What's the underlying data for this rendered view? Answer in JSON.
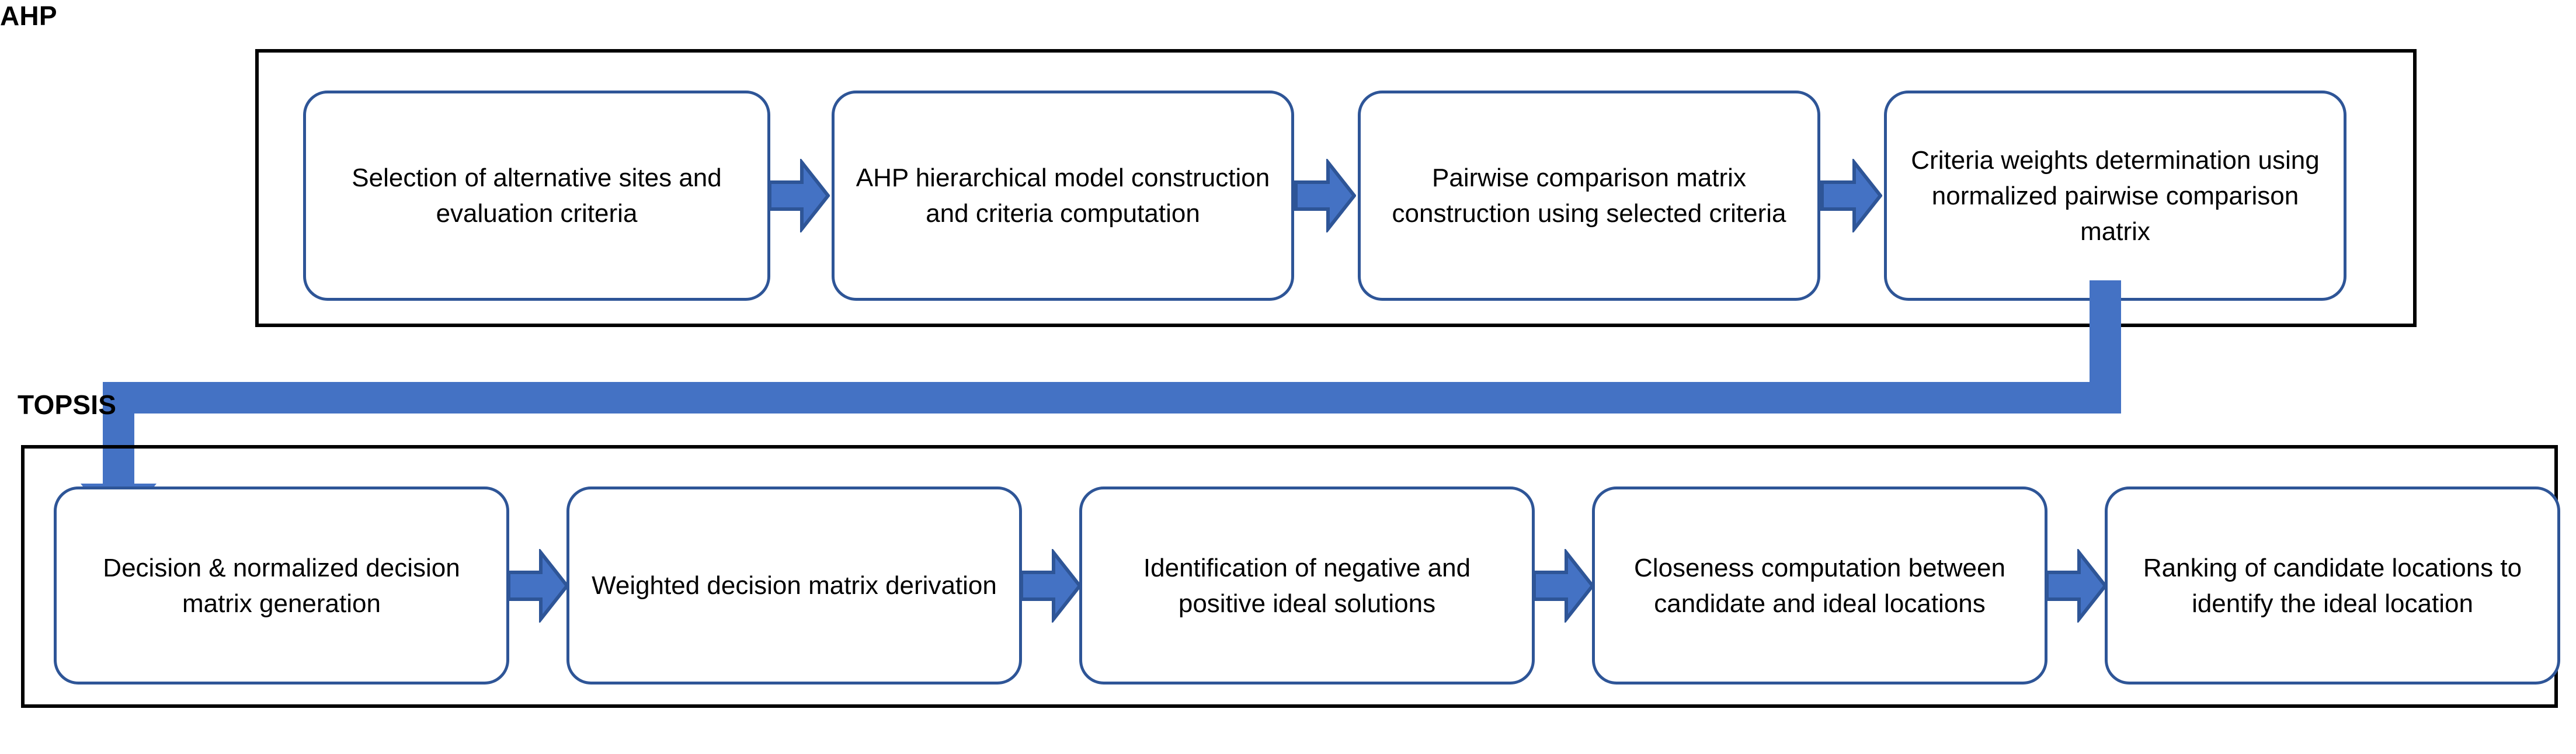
{
  "diagram": {
    "title": "AHP and TOPSIS methodology flowchart",
    "colors": {
      "arrow_fill": "#4472C4",
      "arrow_outline": "#2E5597",
      "box_border": "#2E5597",
      "box_fill": "#FFFFFF",
      "frame_border": "#000000",
      "text": "#000000",
      "background": "#FFFFFF"
    }
  },
  "ahp": {
    "label": "AHP",
    "steps": [
      {
        "id": 1,
        "text": "Selection of alternative sites and evaluation criteria"
      },
      {
        "id": 2,
        "text": "AHP hierarchical model construction and criteria computation"
      },
      {
        "id": 3,
        "text": "Pairwise comparison matrix construction using selected criteria"
      },
      {
        "id": 4,
        "text": "Criteria weights determination using normalized pairwise comparison matrix"
      }
    ],
    "connectors": [
      {
        "from": 1,
        "to": 2,
        "icon": "right-block-arrow-icon"
      },
      {
        "from": 2,
        "to": 3,
        "icon": "right-block-arrow-icon"
      },
      {
        "from": 3,
        "to": 4,
        "icon": "right-block-arrow-icon"
      }
    ]
  },
  "topsis": {
    "label": "TOPSIS",
    "steps": [
      {
        "id": 1,
        "text": "Decision & normalized decision matrix generation"
      },
      {
        "id": 2,
        "text": "Weighted decision matrix derivation"
      },
      {
        "id": 3,
        "text": "Identification of negative and positive ideal solutions"
      },
      {
        "id": 4,
        "text": "Closeness computation between candidate and ideal locations"
      },
      {
        "id": 5,
        "text": "Ranking of candidate locations to identify the ideal location"
      }
    ],
    "connectors": [
      {
        "from": 1,
        "to": 2,
        "icon": "right-block-arrow-icon"
      },
      {
        "from": 2,
        "to": 3,
        "icon": "right-block-arrow-icon"
      },
      {
        "from": 3,
        "to": 4,
        "icon": "right-block-arrow-icon"
      },
      {
        "from": 4,
        "to": 5,
        "icon": "right-block-arrow-icon"
      }
    ]
  },
  "cross_connector": {
    "icon": "elbow-down-left-down-arrow-icon",
    "from": "ahp.steps.4",
    "to": "topsis.steps.1"
  }
}
